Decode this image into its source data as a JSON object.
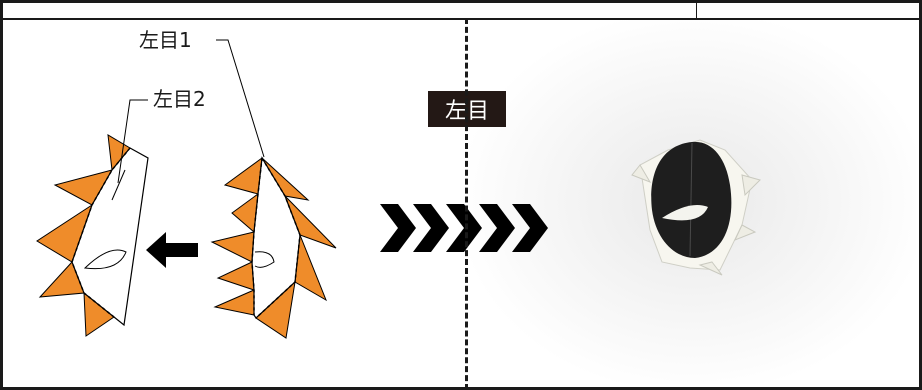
{
  "labels": {
    "left_eye_1": "左目1",
    "left_eye_2": "左目2",
    "section_tag": "左目"
  },
  "colors": {
    "orange": "#ef8c2a",
    "border": "#1a1a1a",
    "tag_bg": "#231815",
    "eye_black": "#1e1e1e"
  },
  "icons": {
    "arrow": "left-arrow-icon",
    "chevrons": "chevron-right-icon"
  }
}
